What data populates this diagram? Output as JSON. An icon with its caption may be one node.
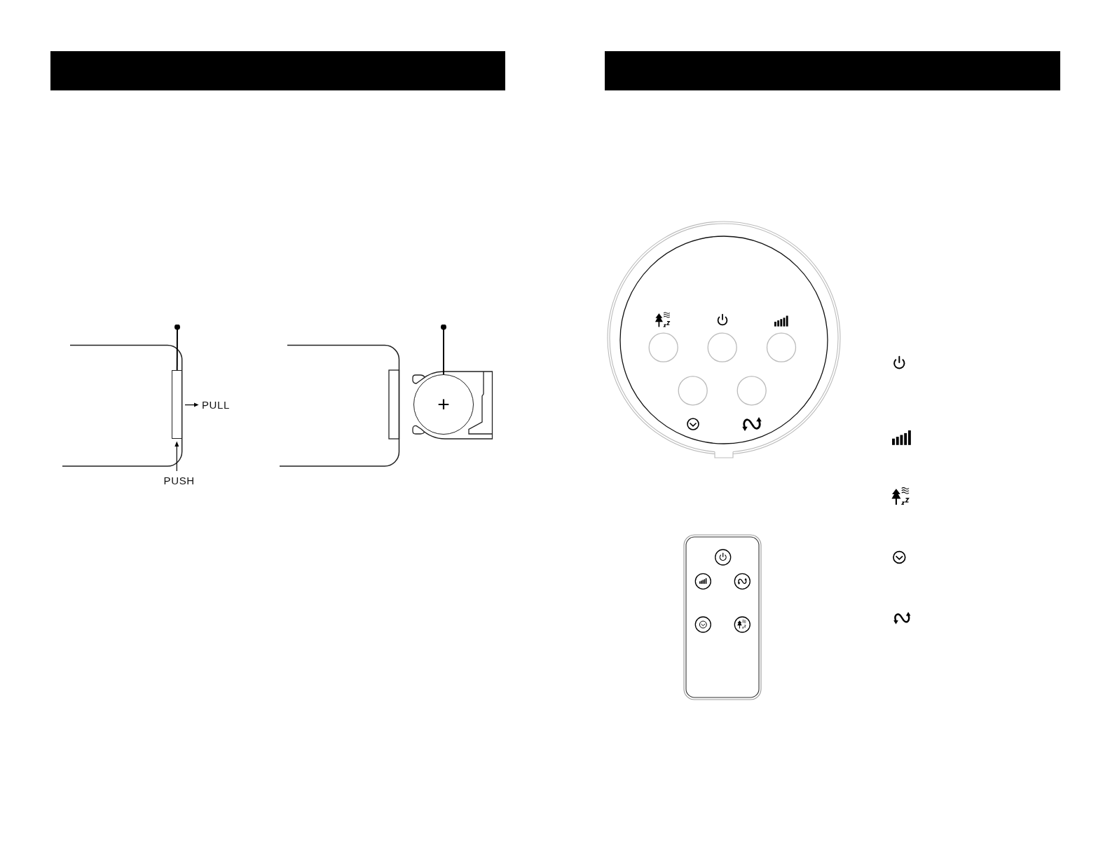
{
  "diagram": {
    "nodes": [
      {
        "text": [],
        "shape": "box"
      },
      {
        "text": [
          "+"
        ]
      }
    ],
    "edges": [
      {
        "from": null,
        "to": 0,
        "arrow": "other"
      },
      {
        "from": null,
        "to": 1,
        "arrow": "other"
      }
    ],
    "labels": [
      "PULL",
      "PUSH"
    ]
  }
}
